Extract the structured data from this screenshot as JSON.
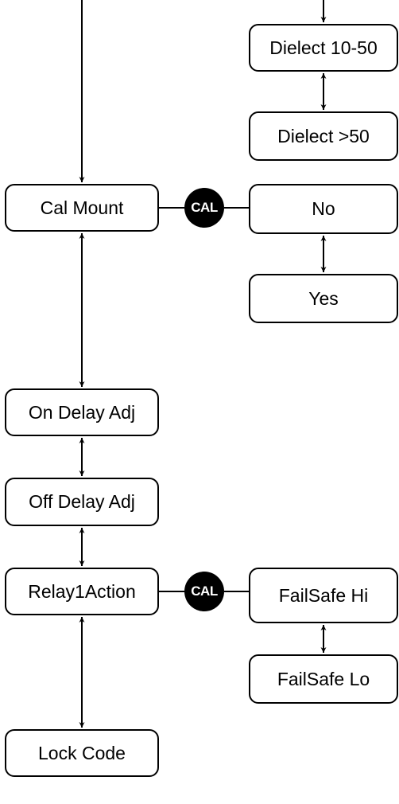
{
  "diagram": {
    "nodes": {
      "dielect_10_50": "Dielect 10-50",
      "dielect_gt_50": "Dielect >50",
      "cal_mount": "Cal Mount",
      "no": "No",
      "yes": "Yes",
      "on_delay_adj": "On Delay Adj",
      "off_delay_adj": "Off Delay Adj",
      "relay1_action": "Relay1Action",
      "failsafe_hi": "FailSafe Hi",
      "failsafe_lo": "FailSafe Lo",
      "lock_code": "Lock Code"
    },
    "cal_badges": [
      "CAL",
      "CAL"
    ],
    "edges": [
      {
        "from": "above",
        "to": "dielect_10_50",
        "type": "arrow"
      },
      {
        "from": "dielect_10_50",
        "to": "dielect_gt_50",
        "type": "bidirectional"
      },
      {
        "from": "above",
        "to": "cal_mount",
        "type": "arrow"
      },
      {
        "from": "cal_mount",
        "to": "no",
        "type": "line",
        "via": "CAL"
      },
      {
        "from": "no",
        "to": "yes",
        "type": "bidirectional"
      },
      {
        "from": "cal_mount",
        "to": "on_delay_adj",
        "type": "bidirectional"
      },
      {
        "from": "on_delay_adj",
        "to": "off_delay_adj",
        "type": "bidirectional"
      },
      {
        "from": "off_delay_adj",
        "to": "relay1_action",
        "type": "bidirectional"
      },
      {
        "from": "relay1_action",
        "to": "failsafe_hi",
        "type": "line",
        "via": "CAL"
      },
      {
        "from": "failsafe_hi",
        "to": "failsafe_lo",
        "type": "bidirectional"
      },
      {
        "from": "relay1_action",
        "to": "lock_code",
        "type": "bidirectional"
      }
    ]
  }
}
